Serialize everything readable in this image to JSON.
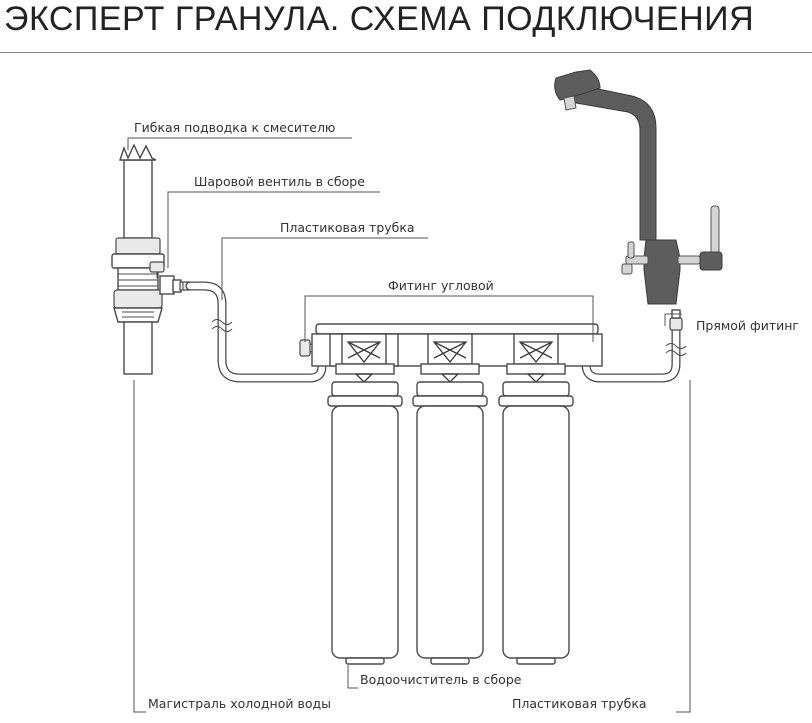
{
  "title": "ЭКСПЕРТ ГРАНУЛА. СХЕМА ПОДКЛЮЧЕНИЯ",
  "labels": {
    "flex_hose": "Гибкая подводка к смесителю",
    "ball_valve": "Шаровой вентиль в сборе",
    "plastic_tube_top": "Пластиковая трубка",
    "elbow_fitting": "Фитинг угловой",
    "straight_fitting": "Прямой фитинг",
    "cold_main": "Магистраль холодной воды",
    "purifier": "Водоочиститель в сборе",
    "plastic_tube_bottom": "Пластиковая трубка"
  },
  "colors": {
    "line": "#4a4a4a",
    "faucet": "#5d5d5d",
    "chrome": "#d4d4d4"
  }
}
